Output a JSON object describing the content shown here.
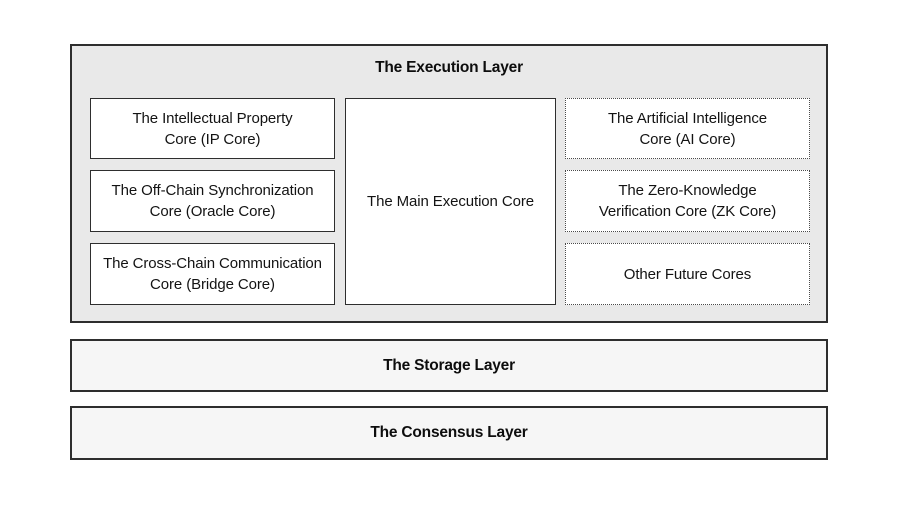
{
  "diagram": {
    "execution_layer": {
      "title": "The Execution Layer",
      "left_cores": [
        {
          "line1": "The Intellectual Property",
          "line2": "Core (IP Core)"
        },
        {
          "line1": "The Off-Chain Synchronization",
          "line2": "Core (Oracle Core)"
        },
        {
          "line1": "The Cross-Chain Communication",
          "line2": "Core (Bridge Core)"
        }
      ],
      "main_core": {
        "label": "The Main Execution Core"
      },
      "right_cores": [
        {
          "line1": "The Artificial Intelligence",
          "line2": "Core (AI Core)"
        },
        {
          "line1": "The Zero-Knowledge",
          "line2": "Verification Core (ZK Core)"
        },
        {
          "line1": "Other Future Cores"
        }
      ]
    },
    "storage_layer": {
      "title": "The Storage Layer"
    },
    "consensus_layer": {
      "title": "The Consensus Layer"
    }
  },
  "colors": {
    "execution_bg": "#e9e9e9",
    "lower_layer_bg": "#f6f6f6",
    "border": "#2e2e2e",
    "text": "#131313"
  }
}
